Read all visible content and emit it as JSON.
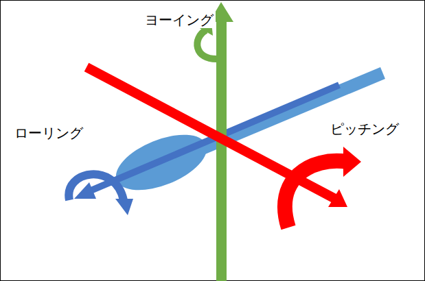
{
  "diagram": {
    "labels": [
      "ヨーイング",
      "ローリング",
      "ピッチング"
    ]
  }
}
